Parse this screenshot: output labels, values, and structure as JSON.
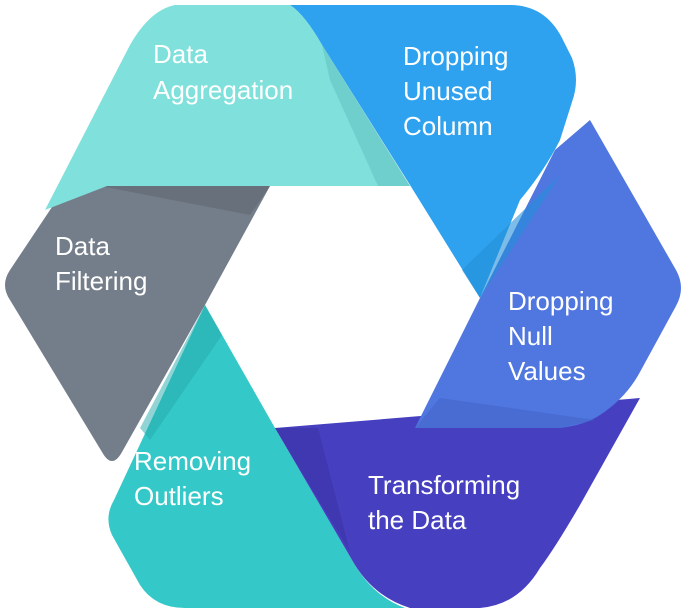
{
  "segments": [
    {
      "id": "aggregation",
      "lines": [
        "Data",
        "Aggregation"
      ],
      "color": "#7fe0dc"
    },
    {
      "id": "dropping-unused",
      "lines": [
        "Dropping",
        "Unused",
        "Column"
      ],
      "color": "#2ea2ef"
    },
    {
      "id": "dropping-null",
      "lines": [
        "Dropping",
        "Null",
        "Values"
      ],
      "color": "#5077e0"
    },
    {
      "id": "transforming",
      "lines": [
        "Transforming",
        "the Data"
      ],
      "color": "#4640c0"
    },
    {
      "id": "outliers",
      "lines": [
        "Removing",
        "Outliers"
      ],
      "color": "#34c8c8"
    },
    {
      "id": "filtering",
      "lines": [
        "Data",
        "Filtering"
      ],
      "color": "#747e8a"
    }
  ]
}
